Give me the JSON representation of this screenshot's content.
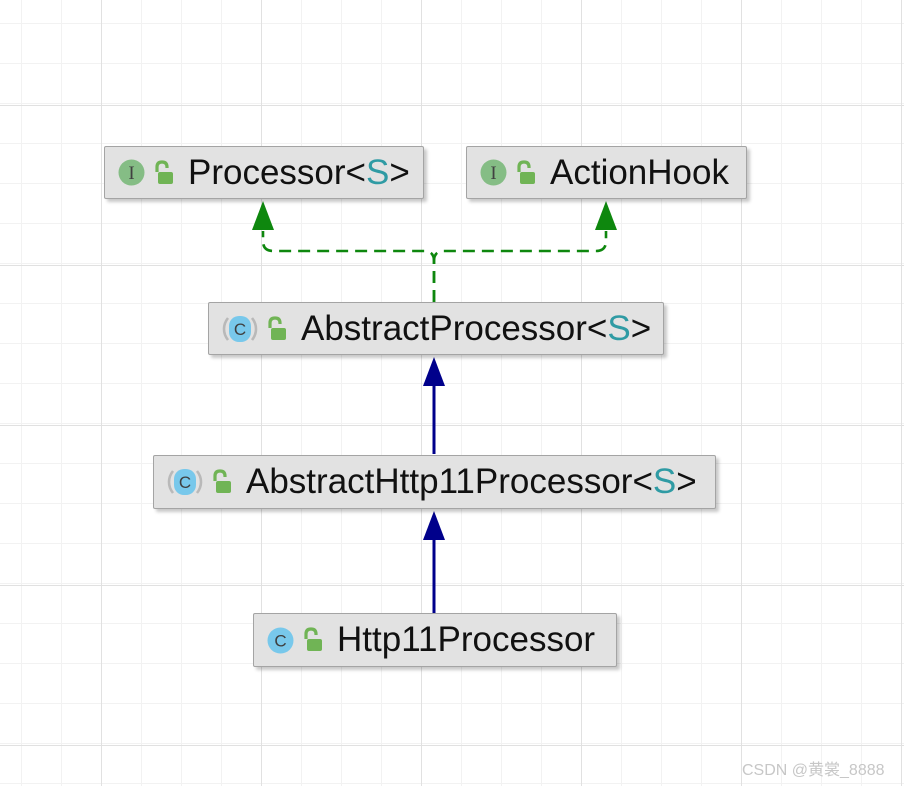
{
  "diagram": {
    "nodes": [
      {
        "id": "processor",
        "kind": "interface",
        "icon_letter": "I",
        "name_pre": "Processor<",
        "generic": "S",
        "name_post": ">",
        "visibility": "public"
      },
      {
        "id": "actionhook",
        "kind": "interface",
        "icon_letter": "I",
        "name_pre": "ActionHook",
        "generic": "",
        "name_post": "",
        "visibility": "public"
      },
      {
        "id": "abstractprocessor",
        "kind": "abstract-class",
        "icon_letter": "C",
        "name_pre": "AbstractProcessor<",
        "generic": "S",
        "name_post": ">",
        "visibility": "public"
      },
      {
        "id": "abstracthttp11processor",
        "kind": "abstract-class",
        "icon_letter": "C",
        "name_pre": "AbstractHttp11Processor<",
        "generic": "S",
        "name_post": ">",
        "visibility": "public"
      },
      {
        "id": "http11processor",
        "kind": "class",
        "icon_letter": "C",
        "name_pre": "Http11Processor",
        "generic": "",
        "name_post": "",
        "visibility": "public"
      }
    ],
    "edges": [
      {
        "from": "AbstractProcessor<S>",
        "to": "Processor<S>",
        "type": "implements",
        "style": "green-dashed"
      },
      {
        "from": "AbstractProcessor<S>",
        "to": "ActionHook",
        "type": "implements",
        "style": "green-dashed"
      },
      {
        "from": "AbstractHttp11Processor<S>",
        "to": "AbstractProcessor<S>",
        "type": "extends",
        "style": "navy-solid"
      },
      {
        "from": "Http11Processor",
        "to": "AbstractHttp11Processor<S>",
        "type": "extends",
        "style": "navy-solid"
      }
    ],
    "colors": {
      "implements_edge": "#0e870e",
      "extends_edge": "#00008b",
      "generic_type": "#2f9ba4",
      "node_background": "#e2e2e2",
      "node_border": "#a4a4a4",
      "interface_icon": "#85bd85",
      "class_icon": "#78c8eb",
      "lock_icon": "#70b455",
      "grid_minor": "#f2f2f2",
      "grid_major": "#e1e1e1"
    }
  },
  "watermark": {
    "text": "CSDN @黄裳_8888"
  }
}
